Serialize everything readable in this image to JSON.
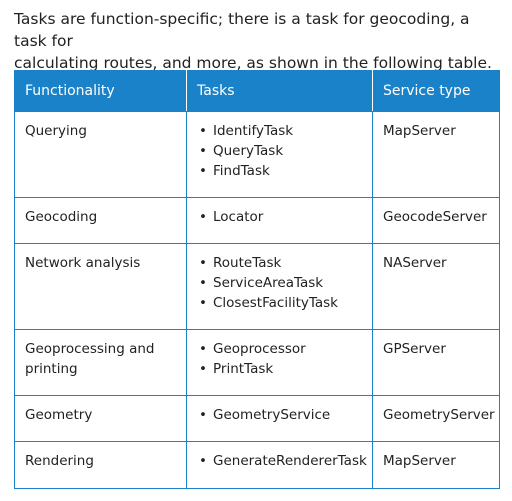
{
  "intro": {
    "line1": "Tasks are function-specific; there is a task for geocoding, a task for",
    "line2": "calculating routes, and more, as shown in the following table."
  },
  "table": {
    "headers": [
      "Functionality",
      "Tasks",
      "Service type"
    ],
    "rows": [
      {
        "functionality": "Querying",
        "tasks": [
          "IdentifyTask",
          "QueryTask",
          "FindTask"
        ],
        "service_type": "MapServer"
      },
      {
        "functionality": "Geocoding",
        "tasks": [
          "Locator"
        ],
        "service_type": "GeocodeServer"
      },
      {
        "functionality": "Network analysis",
        "tasks": [
          "RouteTask",
          "ServiceAreaTask",
          "ClosestFacilityTask"
        ],
        "service_type": "NAServer"
      },
      {
        "functionality": "Geoprocessing and printing",
        "tasks": [
          "Geoprocessor",
          "PrintTask"
        ],
        "service_type": "GPServer"
      },
      {
        "functionality": "Geometry",
        "tasks": [
          "GeometryService"
        ],
        "service_type": "GeometryServer"
      },
      {
        "functionality": "Rendering",
        "tasks": [
          "GenerateRendererTask"
        ],
        "service_type": "MapServer"
      }
    ]
  },
  "bullet_glyph": "•",
  "colors": {
    "header_background": "#1a82c8",
    "border": "#1a82c8",
    "header_text": "#ffffff",
    "body_text": "#222222"
  }
}
